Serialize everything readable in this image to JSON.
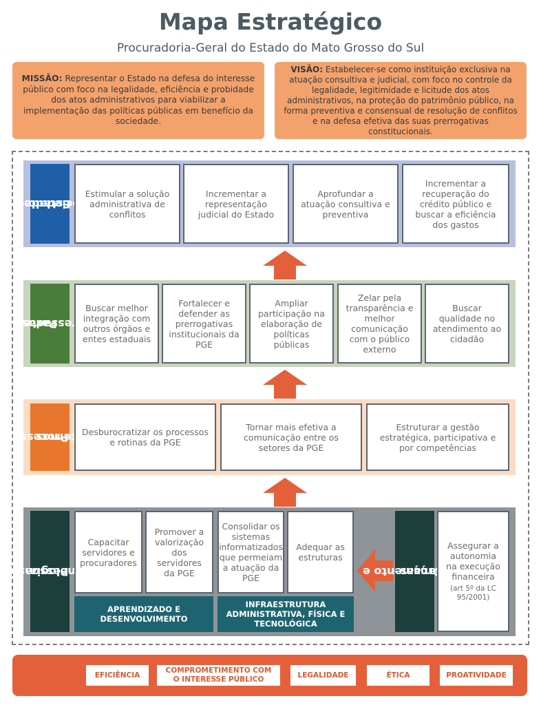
{
  "title": "Mapa Estratégico",
  "subtitle": "Procuradoria-Geral do Estado do Mato Grosso do Sul",
  "missao": {
    "label": "MISSÃO:",
    "text": "Representar o Estado na defesa do interesse público com foco na legalidade, eficiência e probidade dos atos administrativos para viabilizar a implementação das políticas públicas em benefício da sociedade."
  },
  "visao": {
    "label": "VISÃO:",
    "text": "Estabelecer-se como instituição exclusiva na atuação consultiva e judicial, com foco no controle da legalidade, legitimidade e licitude dos atos administrativos, na proteção do patrimônio público, na forma preventiva e consensual de resolução de conflitos e na defesa efetiva das suas prerrogativas constitucionais."
  },
  "perspectives": {
    "estado": {
      "label_line1": "Estado e",
      "label_line2": "Sociedade",
      "color": "#1f5fa8",
      "objectives": [
        "Estimular a solução administrativa de conflitos",
        "Incrementar a representação judicial do Estado",
        "Aprofundar a atuação consultiva e preventiva",
        "Incrementar a recuperação do crédito público e buscar a eficiência dos gastos"
      ]
    },
    "partes": {
      "label_line1": "Partes",
      "label_line2": "Interessadas",
      "color": "#4a7c3a",
      "objectives": [
        "Buscar melhor integração com outros órgãos e entes estaduais",
        "Fortalecer e defender as prerrogativas institucionais da PGE",
        "Ampliar participação na elaboração de políticas públicas",
        "Zelar pela transparência e melhor comunicação com o público externo",
        "Buscar qualidade no atendimento ao cidadão"
      ]
    },
    "processos": {
      "label_line1": "Processos",
      "label_line2": "Internos",
      "color": "#e8762d",
      "objectives": [
        "Desburocratizar os processos e rotinas da PGE",
        "Tornar mais efetiva a comunicação entre os setores da PGE",
        "Estruturar a gestão estratégica, participativa e por competências"
      ]
    },
    "pessoas": {
      "label_line1": "Pessoas e",
      "label_line2": "Tecnologia",
      "color": "#1c3f3b",
      "objectives": [
        "Capacitar servidores e procuradores",
        "Promover a valorização dos servidores da PGE",
        "Consolidar os sistemas informatizados que permeiam a atuação da PGE",
        "Adequar as estruturas"
      ],
      "groups": [
        "APRENDIZADO E DESENVOLVIMENTO",
        "INFRAESTRUTURA ADMINISTRATIVA, FÍSICA E TECNOLÓGICA"
      ]
    },
    "orcamento": {
      "label_line1": "Orçamento e",
      "label_line2": "Finanças",
      "objective_main": "Assegurar a autonomia na execução financeira",
      "objective_note": "(art 5º da LC 95/2001)"
    }
  },
  "values": [
    "EFICIÊNCIA",
    "COMPROMETIMENTO COM O INTERESSE PÚBLICO",
    "LEGALIDADE",
    "ÉTICA",
    "PROATIVIDADE"
  ],
  "colors": {
    "orange": "#e4603a",
    "light_orange": "#f3a26c",
    "blue_band": "#b8c0e0",
    "green_band": "#c9d4bd",
    "orange_band": "#fbdcc3",
    "gray_band": "#8e9498",
    "teal": "#1d6470"
  }
}
